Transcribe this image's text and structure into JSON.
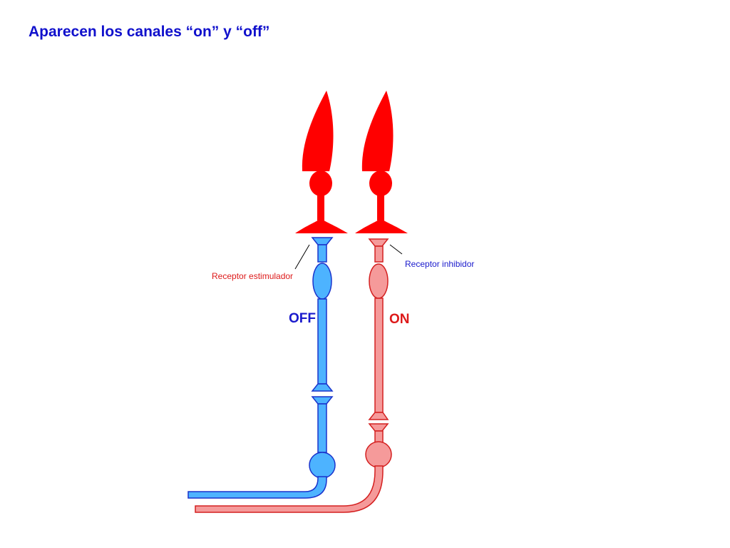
{
  "slide": {
    "title": "Aparecen los canales “on” y “off”"
  },
  "labels": {
    "receptor_estimulador": "Receptor estimulador",
    "receptor_inhibidor": "Receptor inhibidor",
    "channel_off": "OFF",
    "channel_on": "ON"
  },
  "colors": {
    "title": "#1010cc",
    "photoreceptor": "#ff0000",
    "off_fill": "#4db3ff",
    "off_stroke": "#1a33cc",
    "on_fill": "#f59a9a",
    "on_stroke": "#d42020",
    "label_red": "#dd1a1a",
    "label_blue": "#1a1acc"
  }
}
